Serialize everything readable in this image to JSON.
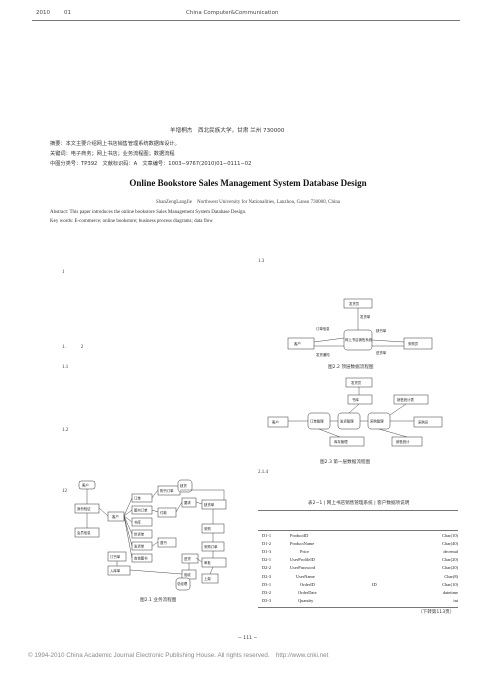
{
  "header": {
    "year": "2010",
    "issue": "01",
    "journal": "China Computer&Communication"
  },
  "byline": "羊增桐杰　西北民族大学，甘肃 兰州 730000",
  "abstract_cn": "摘要：本文主要介绍网上书店销售管理系统数据库设计。",
  "keywords_cn": "关键词：电子商务；网上书店；业务流程图；数据流程",
  "classification": "中图分类号：TP392　文献标识码：A　文章编号：1003−9767(2010)01−0111−02",
  "title_en": "Online Bookstore Sales Management System Database Design",
  "author_en": "ShanZengLangJie　Northwest University for Nationalities, Lanzhou, Gansu 730000, China",
  "abstract_en": "Abstract: This paper introduces the online bookstore Sales Management System Database Design.",
  "keywords_en": "Key words: E-commerce; online bookstore; business process diagrams; data flow",
  "sections": {
    "s1": "1",
    "s1_2": "1.　　　2",
    "s1_1": "1.1",
    "s1_2b": "1.2",
    "s12": "12",
    "s1_3": "1.3",
    "s2_1_4": "2.1.4"
  },
  "figures": {
    "fig1_caption": "图2.1 业务流程图",
    "fig2_caption": "图2.2 顶层数据流程图",
    "fig3_caption": "图2.3 第一层数据流程图",
    "fig1_labels": [
      "客户",
      "身份验证",
      "会员信息",
      "客户",
      "订单",
      "图书订单",
      "书库",
      "供货单",
      "发货单",
      "查询图书",
      "订书单",
      "购书订单",
      "付款",
      "退书",
      "要求",
      "缺货",
      "缺货单",
      "采购",
      "采购订单",
      "进货",
      "审批",
      "入库单",
      "验收",
      "上架",
      "总经理"
    ],
    "fig2_labels": [
      "发货员",
      "客户",
      "网上书店销售系统",
      "采购员",
      "订单信息",
      "发货通知",
      "发货单",
      "缺书单",
      "进货单"
    ],
    "fig3_labels": [
      "发货员",
      "客户",
      "销售统计表",
      "采购员",
      "书库",
      "订单管理",
      "发货管理",
      "采购管理",
      "库存管理",
      "销售统计"
    ]
  },
  "table": {
    "title": "表2−1 | 网上书店销售管理系统 | 客户数据项说明",
    "rows": [
      [
        "D1-1",
        "ProductID",
        "",
        "Char(10)"
      ],
      [
        "D1-2",
        "ProductName",
        "",
        "Char(40)"
      ],
      [
        "D1-3",
        "Price",
        "",
        "decemal"
      ],
      [
        "D2-1",
        "UserProfileID",
        "",
        "Char(20)"
      ],
      [
        "D2-2",
        "UserPassword",
        "",
        "Char(20)"
      ],
      [
        "D2-3",
        "UserName",
        "",
        "Char(8)"
      ],
      [
        "D3-1",
        "OrderID",
        "ID",
        "Char(10)"
      ],
      [
        "D3-2",
        "OrderDate",
        "",
        "datetime"
      ],
      [
        "D3-3",
        "Quantity",
        "",
        "int"
      ]
    ],
    "continued": "（下转第113页）"
  },
  "page_number": "− 111 −",
  "footer": "© 1994-2010 China Academic Journal Electronic Publishing House. All rights reserved.　http://www.cnki.net"
}
